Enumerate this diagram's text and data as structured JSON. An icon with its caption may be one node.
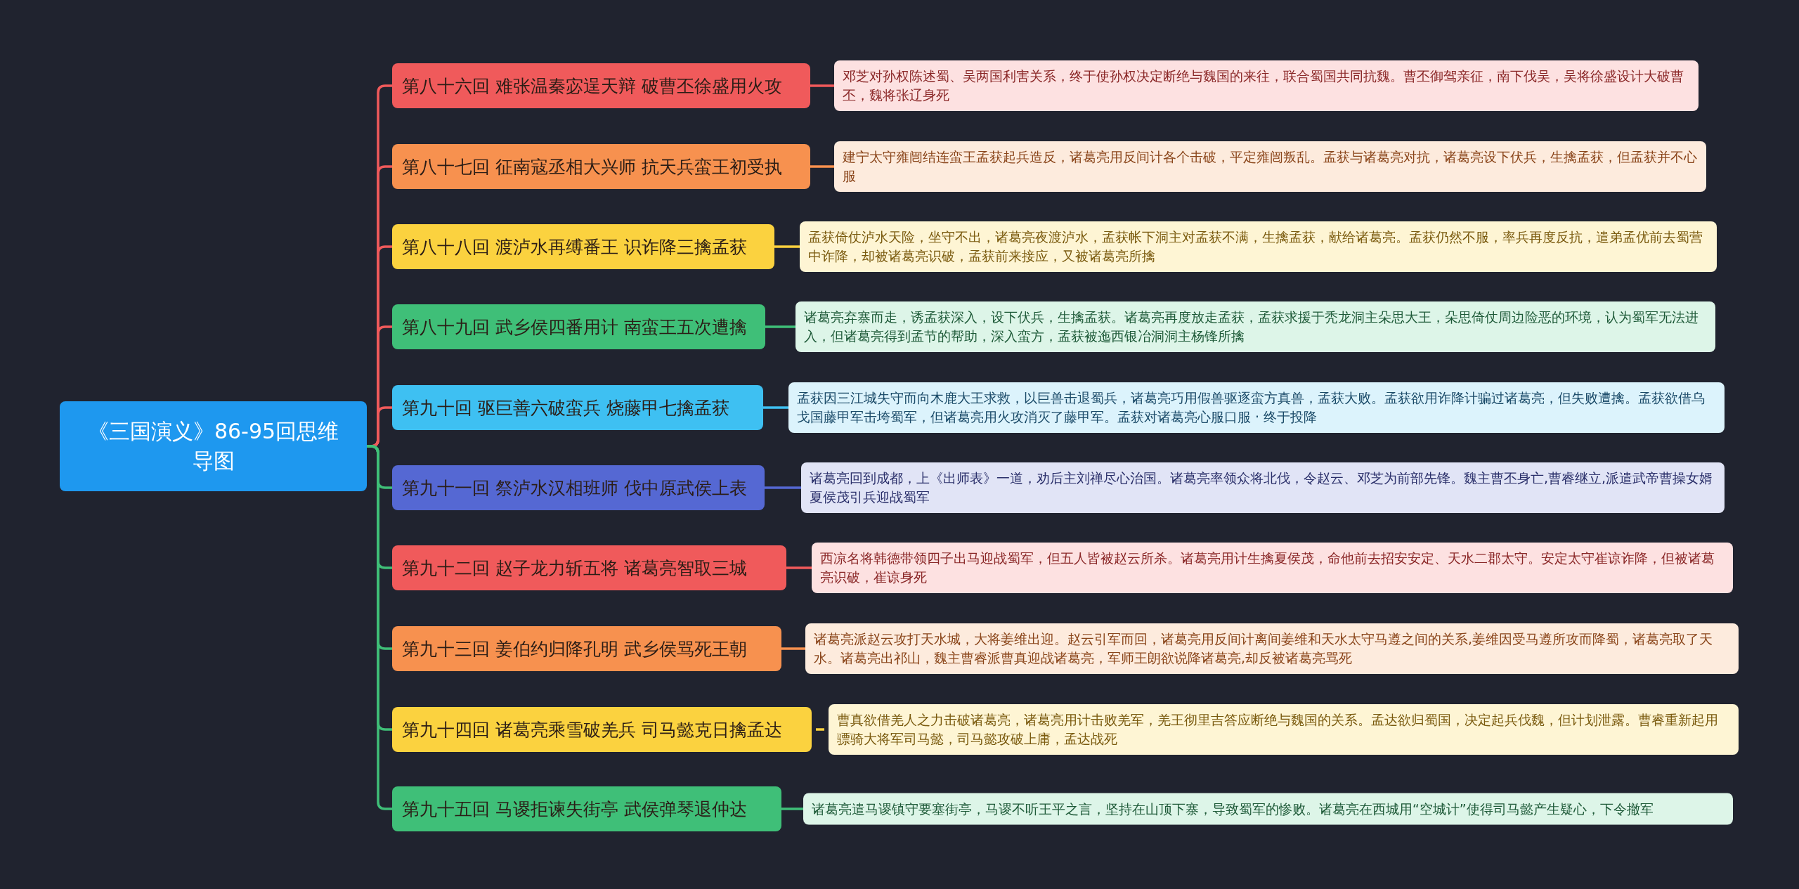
{
  "diagram": {
    "nodes": [
      {
        "text": [
          "《三国演义》86-95回思维导图"
        ]
      },
      {
        "text": [
          "第八十六回 难张温秦宓逞天辩 破曹丕徐盛用火攻"
        ]
      },
      {
        "text": [
          "邓芝对孙权陈述蜀、吴两国利害关系，终于使孙权决定断绝与魏国的来往，联合蜀国共同抗魏。曹丕御驾亲征，南下伐吴，吴将徐盛设计大破曹丕，魏将张辽身死"
        ]
      },
      {
        "text": [
          "第八十七回 征南寇丞相大兴师 抗天兵蛮王初受执"
        ]
      },
      {
        "text": [
          "建宁太守雍闿结连蛮王孟获起兵造反，诸葛亮用反间计各个击破，平定雍闿叛乱。孟获与诸葛亮对抗，诸葛亮设下伏兵，生擒孟获，但孟获并不心服"
        ]
      },
      {
        "text": [
          "第八十八回 渡泸水再缚番王 识诈降三擒孟获"
        ]
      },
      {
        "text": [
          "孟获倚仗泸水天险，坐守不出，诸葛亮夜渡泸水，孟获帐下洞主对孟获不满，生擒孟获，献给诸葛亮。孟获仍然不服，率兵再度反抗，遣弟孟优前去蜀营中诈降，却被诸葛亮识破，孟获前来接应，又被诸葛亮所擒"
        ]
      },
      {
        "text": [
          "第八十九回 武乡侯四番用计 南蛮王五次遭擒"
        ]
      },
      {
        "text": [
          "诸葛亮弃寨而走，诱孟获深入，设下伏兵，生擒孟获。诸葛亮再度放走孟获，孟获求援于秃龙洞主朵思大王，朵思倚仗周边险恶的环境，认为蜀军无法进入，但诸葛亮得到孟节的帮助，深入蛮方，孟获被迤西银冶洞洞主杨锋所擒"
        ]
      },
      {
        "text": [
          "第九十回 驱巨善六破蛮兵 烧藤甲七擒孟获"
        ]
      },
      {
        "text": [
          "孟获因三江城失守而向木鹿大王求救，以巨兽击退蜀兵，诸葛亮巧用假兽驱逐蛮方真兽，孟获大败。孟获欲用诈降计骗过诸葛亮，但失败遭擒。孟获欲借乌戈国藤甲军击垮蜀军，但诸葛亮用火攻消灭了藤甲军。孟获对诸葛亮心服口服 · 终于投降"
        ]
      },
      {
        "text": [
          "第九十一回 祭泸水汉相班师 伐中原武侯上表"
        ]
      },
      {
        "text": [
          "诸葛亮回到成都，上《出师表》一道，劝后主刘禅尽心治国。诸葛亮率领众将北伐，令赵云、邓芝为前部先锋。魏主曹丕身亡,曹睿继立,派遣武帝曹操女婿夏侯茂引兵迎战蜀军"
        ]
      },
      {
        "text": [
          "第九十二回 赵子龙力斩五将 诸葛亮智取三城"
        ]
      },
      {
        "text": [
          "西凉名将韩德带领四子出马迎战蜀军，但五人皆被赵云所杀。诸葛亮用计生擒夏侯茂，命他前去招安安定、天水二郡太守。安定太守崔谅诈降，但被诸葛亮识破，崔谅身死"
        ]
      },
      {
        "text": [
          "第九十三回 姜伯约归降孔明 武乡侯骂死王朝"
        ]
      },
      {
        "text": [
          "诸葛亮派赵云攻打天水城，大将姜维出迎。赵云引军而回，诸葛亮用反间计离间姜维和天水太守马遵之间的关系,姜维因受马遵所攻而降蜀，诸葛亮取了天水。诸葛亮出祁山，魏主曹睿派曹真迎战诸葛亮，军师王朗欲说降诸葛亮,却反被诸葛亮骂死"
        ]
      },
      {
        "text": [
          "第九十四回 诸葛亮乘雪破羌兵 司马懿克日擒孟达"
        ]
      },
      {
        "text": [
          "曹真欲借羌人之力击破诸葛亮，诸葛亮用计击败羌军，羌王彻里吉答应断绝与魏国的关系。孟达欲归蜀国，决定起兵伐魏，但计划泄露。曹睿重新起用骠骑大将军司马懿，司马懿攻破上庸，孟达战死"
        ]
      },
      {
        "text": [
          "第九十五回 马谡拒谏失街亭 武侯弹琴退仲达"
        ]
      },
      {
        "text": [
          "诸葛亮遣马谡镇守要塞街亭，马谡不听王平之言，坚持在山顶下寨，导致蜀军的惨败。诸葛亮在西城用“空城计”使得司马懿产生疑心，下令撤军"
        ]
      }
    ],
    "edges": [
      {
        "from": 0,
        "to": 1,
        "arrow": "none",
        "color": "#f05a5b"
      },
      {
        "from": 0,
        "to": 3,
        "arrow": "none",
        "color": "#f05a5b"
      },
      {
        "from": 0,
        "to": 5,
        "arrow": "none",
        "color": "#f05a5b"
      },
      {
        "from": 0,
        "to": 7,
        "arrow": "none",
        "color": "#f05a5b"
      },
      {
        "from": 0,
        "to": 9,
        "arrow": "none",
        "color": "#f05a5b"
      },
      {
        "from": 0,
        "to": 11,
        "arrow": "none",
        "color": "#3fbf78"
      },
      {
        "from": 0,
        "to": 13,
        "arrow": "none",
        "color": "#3fbf78"
      },
      {
        "from": 0,
        "to": 15,
        "arrow": "none",
        "color": "#3fbf78"
      },
      {
        "from": 0,
        "to": 17,
        "arrow": "none",
        "color": "#3fbf78"
      },
      {
        "from": 0,
        "to": 19,
        "arrow": "none",
        "color": "#3fbf78"
      },
      {
        "from": 1,
        "to": 2,
        "arrow": "none",
        "color": "#f05a5b"
      },
      {
        "from": 3,
        "to": 4,
        "arrow": "none",
        "color": "#f7914f"
      },
      {
        "from": 5,
        "to": 6,
        "arrow": "none",
        "color": "#fbd23f"
      },
      {
        "from": 7,
        "to": 8,
        "arrow": "none",
        "color": "#3fbf78"
      },
      {
        "from": 9,
        "to": 10,
        "arrow": "none",
        "color": "#3ec0f2"
      },
      {
        "from": 11,
        "to": 12,
        "arrow": "none",
        "color": "#5568d3"
      },
      {
        "from": 13,
        "to": 14,
        "arrow": "none",
        "color": "#f05a5b"
      },
      {
        "from": 15,
        "to": 16,
        "arrow": "none",
        "color": "#f7914f"
      },
      {
        "from": 17,
        "to": 18,
        "arrow": "none",
        "color": "#fbd23f"
      },
      {
        "from": 19,
        "to": 20,
        "arrow": "none",
        "color": "#3fbf78"
      }
    ]
  }
}
